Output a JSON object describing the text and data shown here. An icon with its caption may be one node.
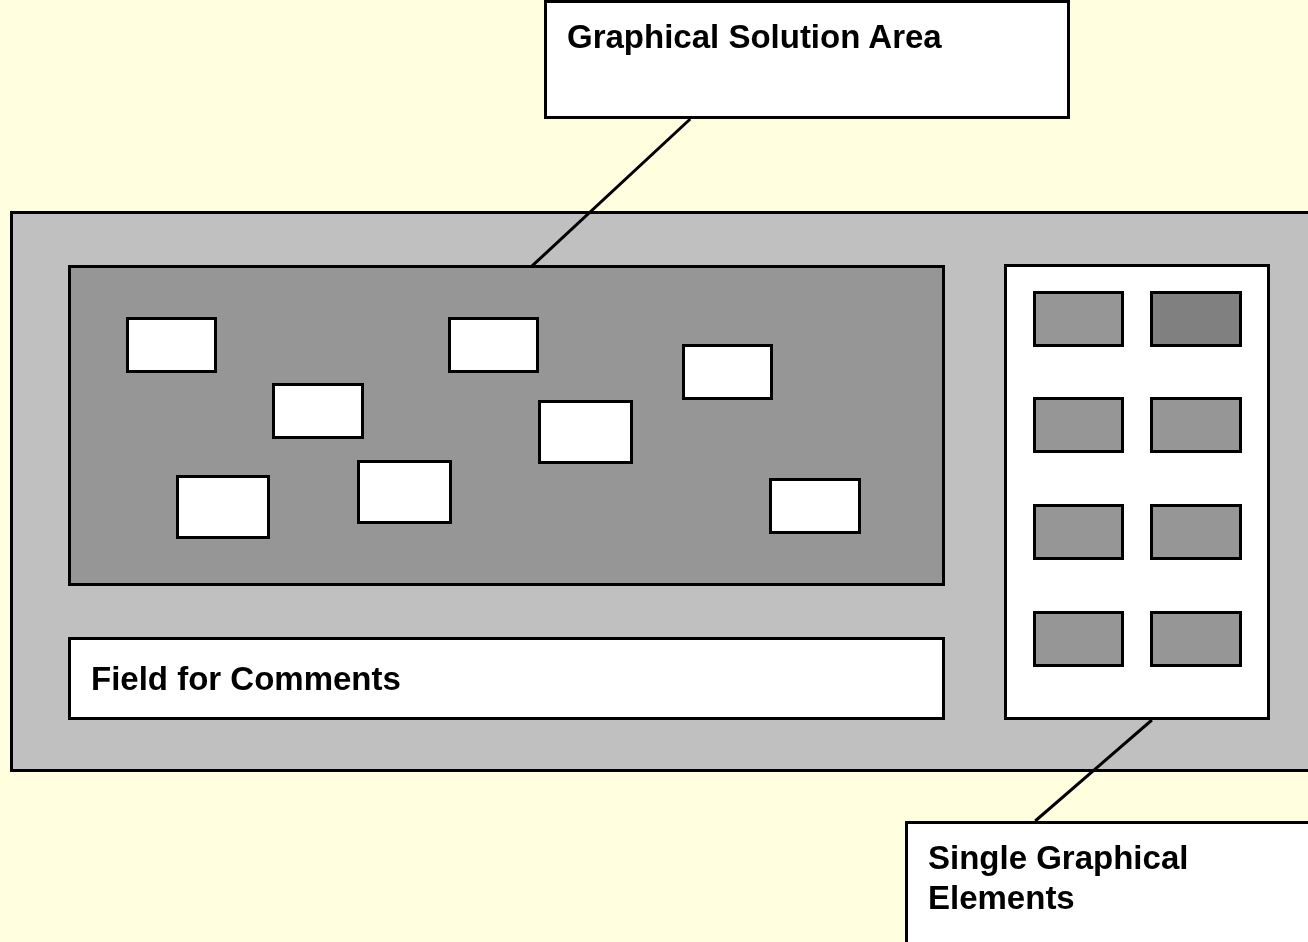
{
  "diagram": {
    "nodes": [
      {
        "text": [
          "Graphical Solution Area"
        ]
      },
      {
        "text": [],
        "shape": "box"
      },
      {
        "text": [],
        "shape": "box",
        "in": 1
      },
      {
        "text": [],
        "shape": "box",
        "in": 2
      },
      {
        "text": [],
        "shape": "box",
        "in": 2
      },
      {
        "text": [],
        "shape": "box",
        "in": 2
      },
      {
        "text": [],
        "shape": "box",
        "in": 2
      },
      {
        "text": [],
        "shape": "box",
        "in": 2
      },
      {
        "text": [],
        "shape": "box",
        "in": 2
      },
      {
        "text": [],
        "shape": "box",
        "in": 2
      },
      {
        "text": [],
        "shape": "box",
        "in": 2
      },
      {
        "text": [
          "Field for Comments"
        ],
        "in": 1
      },
      {
        "text": [],
        "shape": "box",
        "in": 1
      },
      {
        "text": [],
        "shape": "box",
        "in": 12
      },
      {
        "text": [],
        "shape": "box",
        "in": 12
      },
      {
        "text": [],
        "shape": "box",
        "in": 12
      },
      {
        "text": [],
        "shape": "box",
        "in": 12
      },
      {
        "text": [],
        "shape": "box",
        "in": 12
      },
      {
        "text": [],
        "shape": "box",
        "in": 12
      },
      {
        "text": [],
        "shape": "box",
        "in": 12
      },
      {
        "text": [],
        "shape": "box",
        "in": 12
      },
      {
        "text": [
          "Single Graphical Elements"
        ]
      }
    ],
    "edges": [
      {
        "from": 0,
        "to": 2,
        "arrow": "none"
      },
      {
        "from": 21,
        "to": 12,
        "arrow": "none"
      }
    ]
  }
}
